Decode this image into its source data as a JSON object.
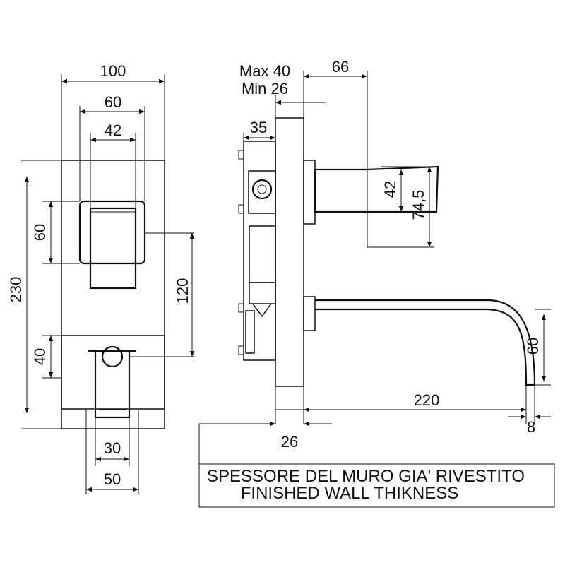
{
  "front_view": {
    "width_plate": "100",
    "width_handle_top": "60",
    "width_handle_body": "42",
    "height_handle": "60",
    "height_total": "230",
    "height_between": "120",
    "height_diverter": "40",
    "width_diverter": "30",
    "width_diverter_base": "50"
  },
  "side_view": {
    "wall_max": "Max 40",
    "wall_min": "Min 26",
    "spout_offset": "66",
    "box_depth": "35",
    "handle_height": "42",
    "handle_outer_height": "74,5",
    "spout_drop": "60",
    "spout_length": "220",
    "spout_tip": "8",
    "plate_thickness": "26"
  },
  "note": {
    "line1": "SPESSORE DEL MURO GIA' RIVESTITO",
    "line2": "FINISHED WALL THIKNESS"
  }
}
